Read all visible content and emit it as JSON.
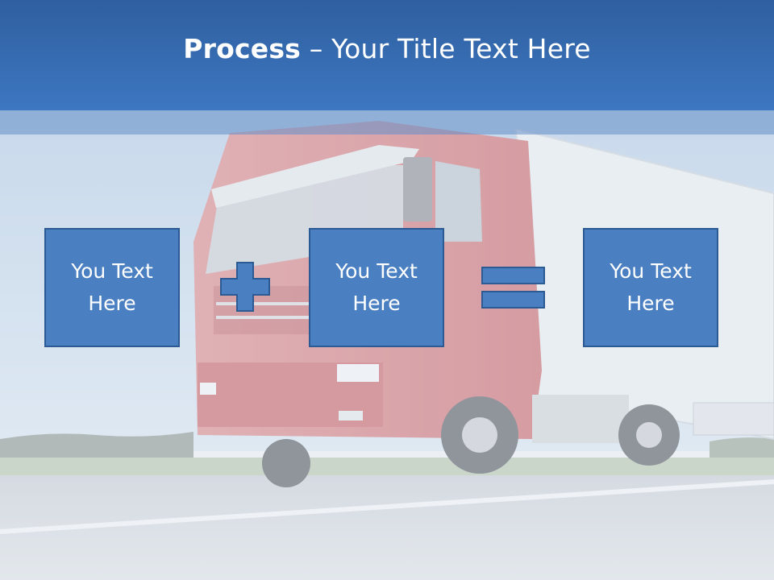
{
  "slide": {
    "title_bold": "Process",
    "title_rest": " – Your Title Text Here",
    "boxes": [
      {
        "line1": "You Text",
        "line2": "Here"
      },
      {
        "line1": "You Text",
        "line2": "Here"
      },
      {
        "line1": "You Text",
        "line2": "Here"
      }
    ],
    "operators": [
      "plus-icon",
      "equals-icon"
    ],
    "background": "red-truck-on-highway-photo"
  },
  "colors": {
    "title_bar": "#3d77c1",
    "box_fill": "#4a7fc1",
    "box_border": "#2c5a92",
    "text": "#ffffff"
  }
}
